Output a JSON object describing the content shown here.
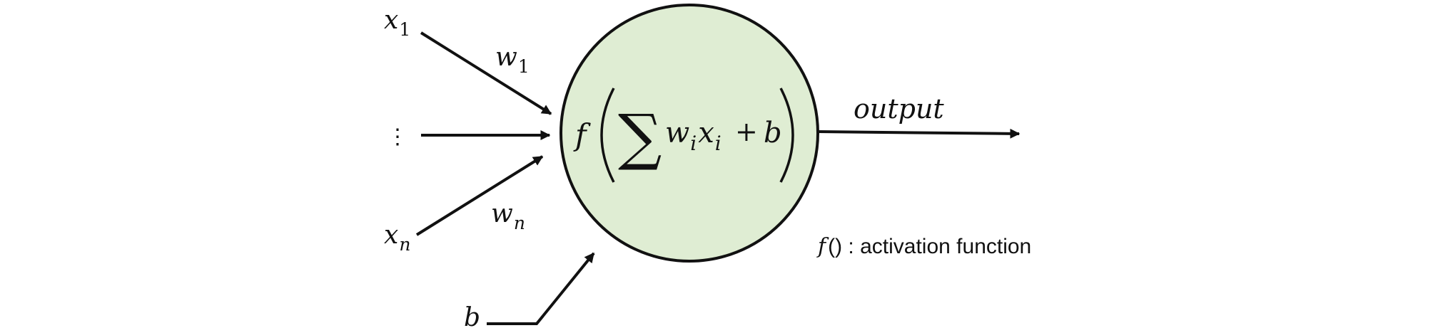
{
  "diagram": {
    "inputs": {
      "x1": {
        "base": "x",
        "sub": "1"
      },
      "xn": {
        "base": "x",
        "sub": "n"
      },
      "dots": "⋮"
    },
    "weights": {
      "w1": {
        "base": "w",
        "sub": "1"
      },
      "wn": {
        "base": "w",
        "sub": "n"
      }
    },
    "bias": "b",
    "neuron": {
      "f": "f",
      "sigma": "∑",
      "w": "w",
      "w_sub": "i",
      "x": "x",
      "x_sub": "i",
      "plus": "+",
      "b": "b",
      "fill_color": "#dfedd3",
      "stroke_color": "#111111"
    },
    "output_label": "output",
    "legend": {
      "f": "f",
      "parens": "()",
      "text": " : activation function"
    }
  }
}
